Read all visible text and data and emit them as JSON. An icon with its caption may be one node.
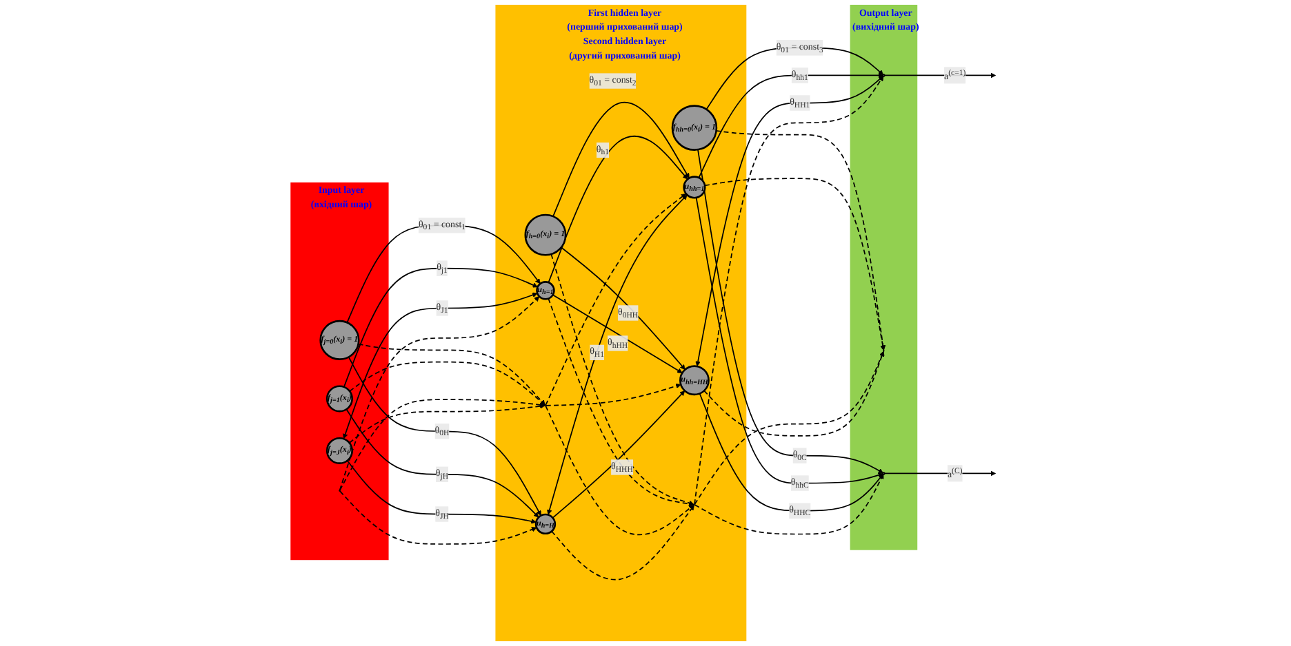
{
  "diagram": {
    "nodes": [
      {
        "text": [
          "Input layer",
          "(вхідний шар)"
        ]
      },
      {
        "text": [
          "f$_{j=0}$(x$_{i}$) = 1"
        ],
        "in": 0
      },
      {
        "text": [
          "f$_{j=1}$(x$_{i}$)"
        ],
        "in": 0
      },
      {
        "text": [],
        "shape": "dots",
        "in": 0
      },
      {
        "text": [
          "f$_{j=J}$(x$_{i}$)"
        ],
        "in": 0
      },
      {
        "text": [
          "First hidden layer",
          "(перший прихований шар)",
          "Second hidden layer",
          "(другий прихований шар)"
        ]
      },
      {
        "text": [
          "f$_{h=0}$(x$_{i}$) = 1"
        ],
        "in": 5
      },
      {
        "text": [
          "u$_{h=1}$"
        ],
        "in": 5
      },
      {
        "text": [],
        "shape": "dots",
        "in": 5
      },
      {
        "text": [
          "u$_{h=H}$"
        ],
        "in": 5
      },
      {
        "text": [
          "f$_{hh=0}$(x$_{i}$) = 1"
        ],
        "in": 5
      },
      {
        "text": [
          "u$_{hh=1}$"
        ],
        "in": 5
      },
      {
        "text": [],
        "shape": "dots",
        "in": 5
      },
      {
        "text": [
          "u$_{hh=HH}$"
        ],
        "in": 5
      },
      {
        "text": [
          "Output layer",
          "(вихідний шар)"
        ]
      },
      {
        "text": [],
        "shape": "circle",
        "in": 14
      },
      {
        "text": [],
        "shape": "dots",
        "in": 14
      },
      {
        "text": [],
        "shape": "circle",
        "in": 14
      }
    ],
    "edges": [
      {
        "from": 1,
        "to": 7,
        "arrow": "to",
        "label": "θ$_{01}$ = const$_{1}$"
      },
      {
        "from": 2,
        "to": 7,
        "arrow": "to",
        "label": "θ$_{j1}$"
      },
      {
        "from": 4,
        "to": 7,
        "arrow": "both",
        "label": "θ$_{J1}$"
      },
      {
        "from": 1,
        "to": 9,
        "arrow": "to",
        "label": "θ$_{0H}$"
      },
      {
        "from": 2,
        "to": 9,
        "arrow": "to",
        "label": "θ$_{jH}$"
      },
      {
        "from": 4,
        "to": 9,
        "arrow": "to",
        "label": "θ$_{JH}$"
      },
      {
        "from": 1,
        "to": 8,
        "arrow": "to",
        "style": "dashed"
      },
      {
        "from": 2,
        "to": 8,
        "arrow": "to",
        "style": "dashed"
      },
      {
        "from": 3,
        "to": 7,
        "arrow": "to",
        "style": "dashed"
      },
      {
        "from": 3,
        "to": 8,
        "arrow": "to",
        "style": "dashed"
      },
      {
        "from": 3,
        "to": 9,
        "arrow": "to",
        "style": "dashed"
      },
      {
        "from": 4,
        "to": 8,
        "arrow": "to",
        "style": "dashed"
      },
      {
        "from": 6,
        "to": 11,
        "arrow": "to",
        "label": "θ$_{01}$ = const$_{2}$"
      },
      {
        "from": 6,
        "to": 12,
        "arrow": "to",
        "style": "dashed"
      },
      {
        "from": 6,
        "to": 13,
        "arrow": "to",
        "label": "θ$_{0HH}$"
      },
      {
        "from": 7,
        "to": 11,
        "arrow": "to",
        "label": "θ$_{h1}$"
      },
      {
        "from": 7,
        "to": 12,
        "arrow": "to",
        "style": "dashed"
      },
      {
        "from": 7,
        "to": 13,
        "arrow": "to",
        "label": "θ$_{hHH}$"
      },
      {
        "from": 8,
        "to": 11,
        "arrow": "to",
        "style": "dashed"
      },
      {
        "from": 8,
        "to": 12,
        "arrow": "to",
        "style": "dashed"
      },
      {
        "from": 8,
        "to": 13,
        "arrow": "to",
        "style": "dashed"
      },
      {
        "from": 9,
        "to": 11,
        "arrow": "both",
        "label": "θ$_{H1}$"
      },
      {
        "from": 9,
        "to": 12,
        "arrow": "to",
        "style": "dashed"
      },
      {
        "from": 9,
        "to": 13,
        "arrow": "to",
        "label": "θ$_{HHH}$"
      },
      {
        "from": 10,
        "to": 15,
        "arrow": "to",
        "label": "θ$_{01}$ = const$_{3}$"
      },
      {
        "from": 11,
        "to": 15,
        "arrow": "to",
        "label": "θ$_{hh1}$"
      },
      {
        "from": 13,
        "to": 15,
        "arrow": "both",
        "label": "θ$_{HH1}$"
      },
      {
        "from": 10,
        "to": 17,
        "arrow": "to",
        "label": "θ$_{0C}$"
      },
      {
        "from": 11,
        "to": 17,
        "arrow": "to",
        "label": "θ$_{hhC}$"
      },
      {
        "from": 13,
        "to": 17,
        "arrow": "to",
        "label": "θ$_{HHC}$"
      },
      {
        "from": 10,
        "to": 16,
        "arrow": "to",
        "style": "dashed"
      },
      {
        "from": 11,
        "to": 16,
        "arrow": "to",
        "style": "dashed"
      },
      {
        "from": 12,
        "to": 15,
        "arrow": "to",
        "style": "dashed"
      },
      {
        "from": 12,
        "to": 16,
        "arrow": "to",
        "style": "dashed"
      },
      {
        "from": 12,
        "to": 17,
        "arrow": "to",
        "style": "dashed"
      },
      {
        "from": 13,
        "to": 16,
        "arrow": "to",
        "style": "dashed"
      },
      {
        "from": 15,
        "to": null,
        "arrow": "to",
        "label": "a$^{(c=1)}$"
      },
      {
        "from": 17,
        "to": null,
        "arrow": "to",
        "label": "a$^{(C)}$"
      }
    ]
  }
}
